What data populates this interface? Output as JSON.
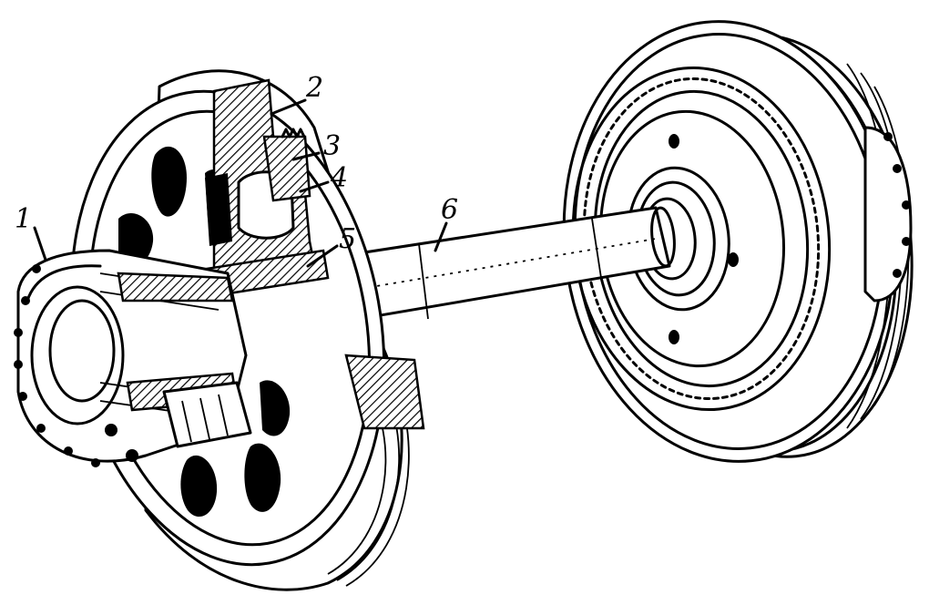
{
  "diagram": {
    "labels": [
      {
        "id": "1",
        "text": "1"
      },
      {
        "id": "2",
        "text": "2"
      },
      {
        "id": "3",
        "text": "3"
      },
      {
        "id": "4",
        "text": "4"
      },
      {
        "id": "5",
        "text": "5"
      },
      {
        "id": "6",
        "text": "6"
      }
    ]
  },
  "colors": {
    "ink": "#000000",
    "paper": "#ffffff"
  }
}
